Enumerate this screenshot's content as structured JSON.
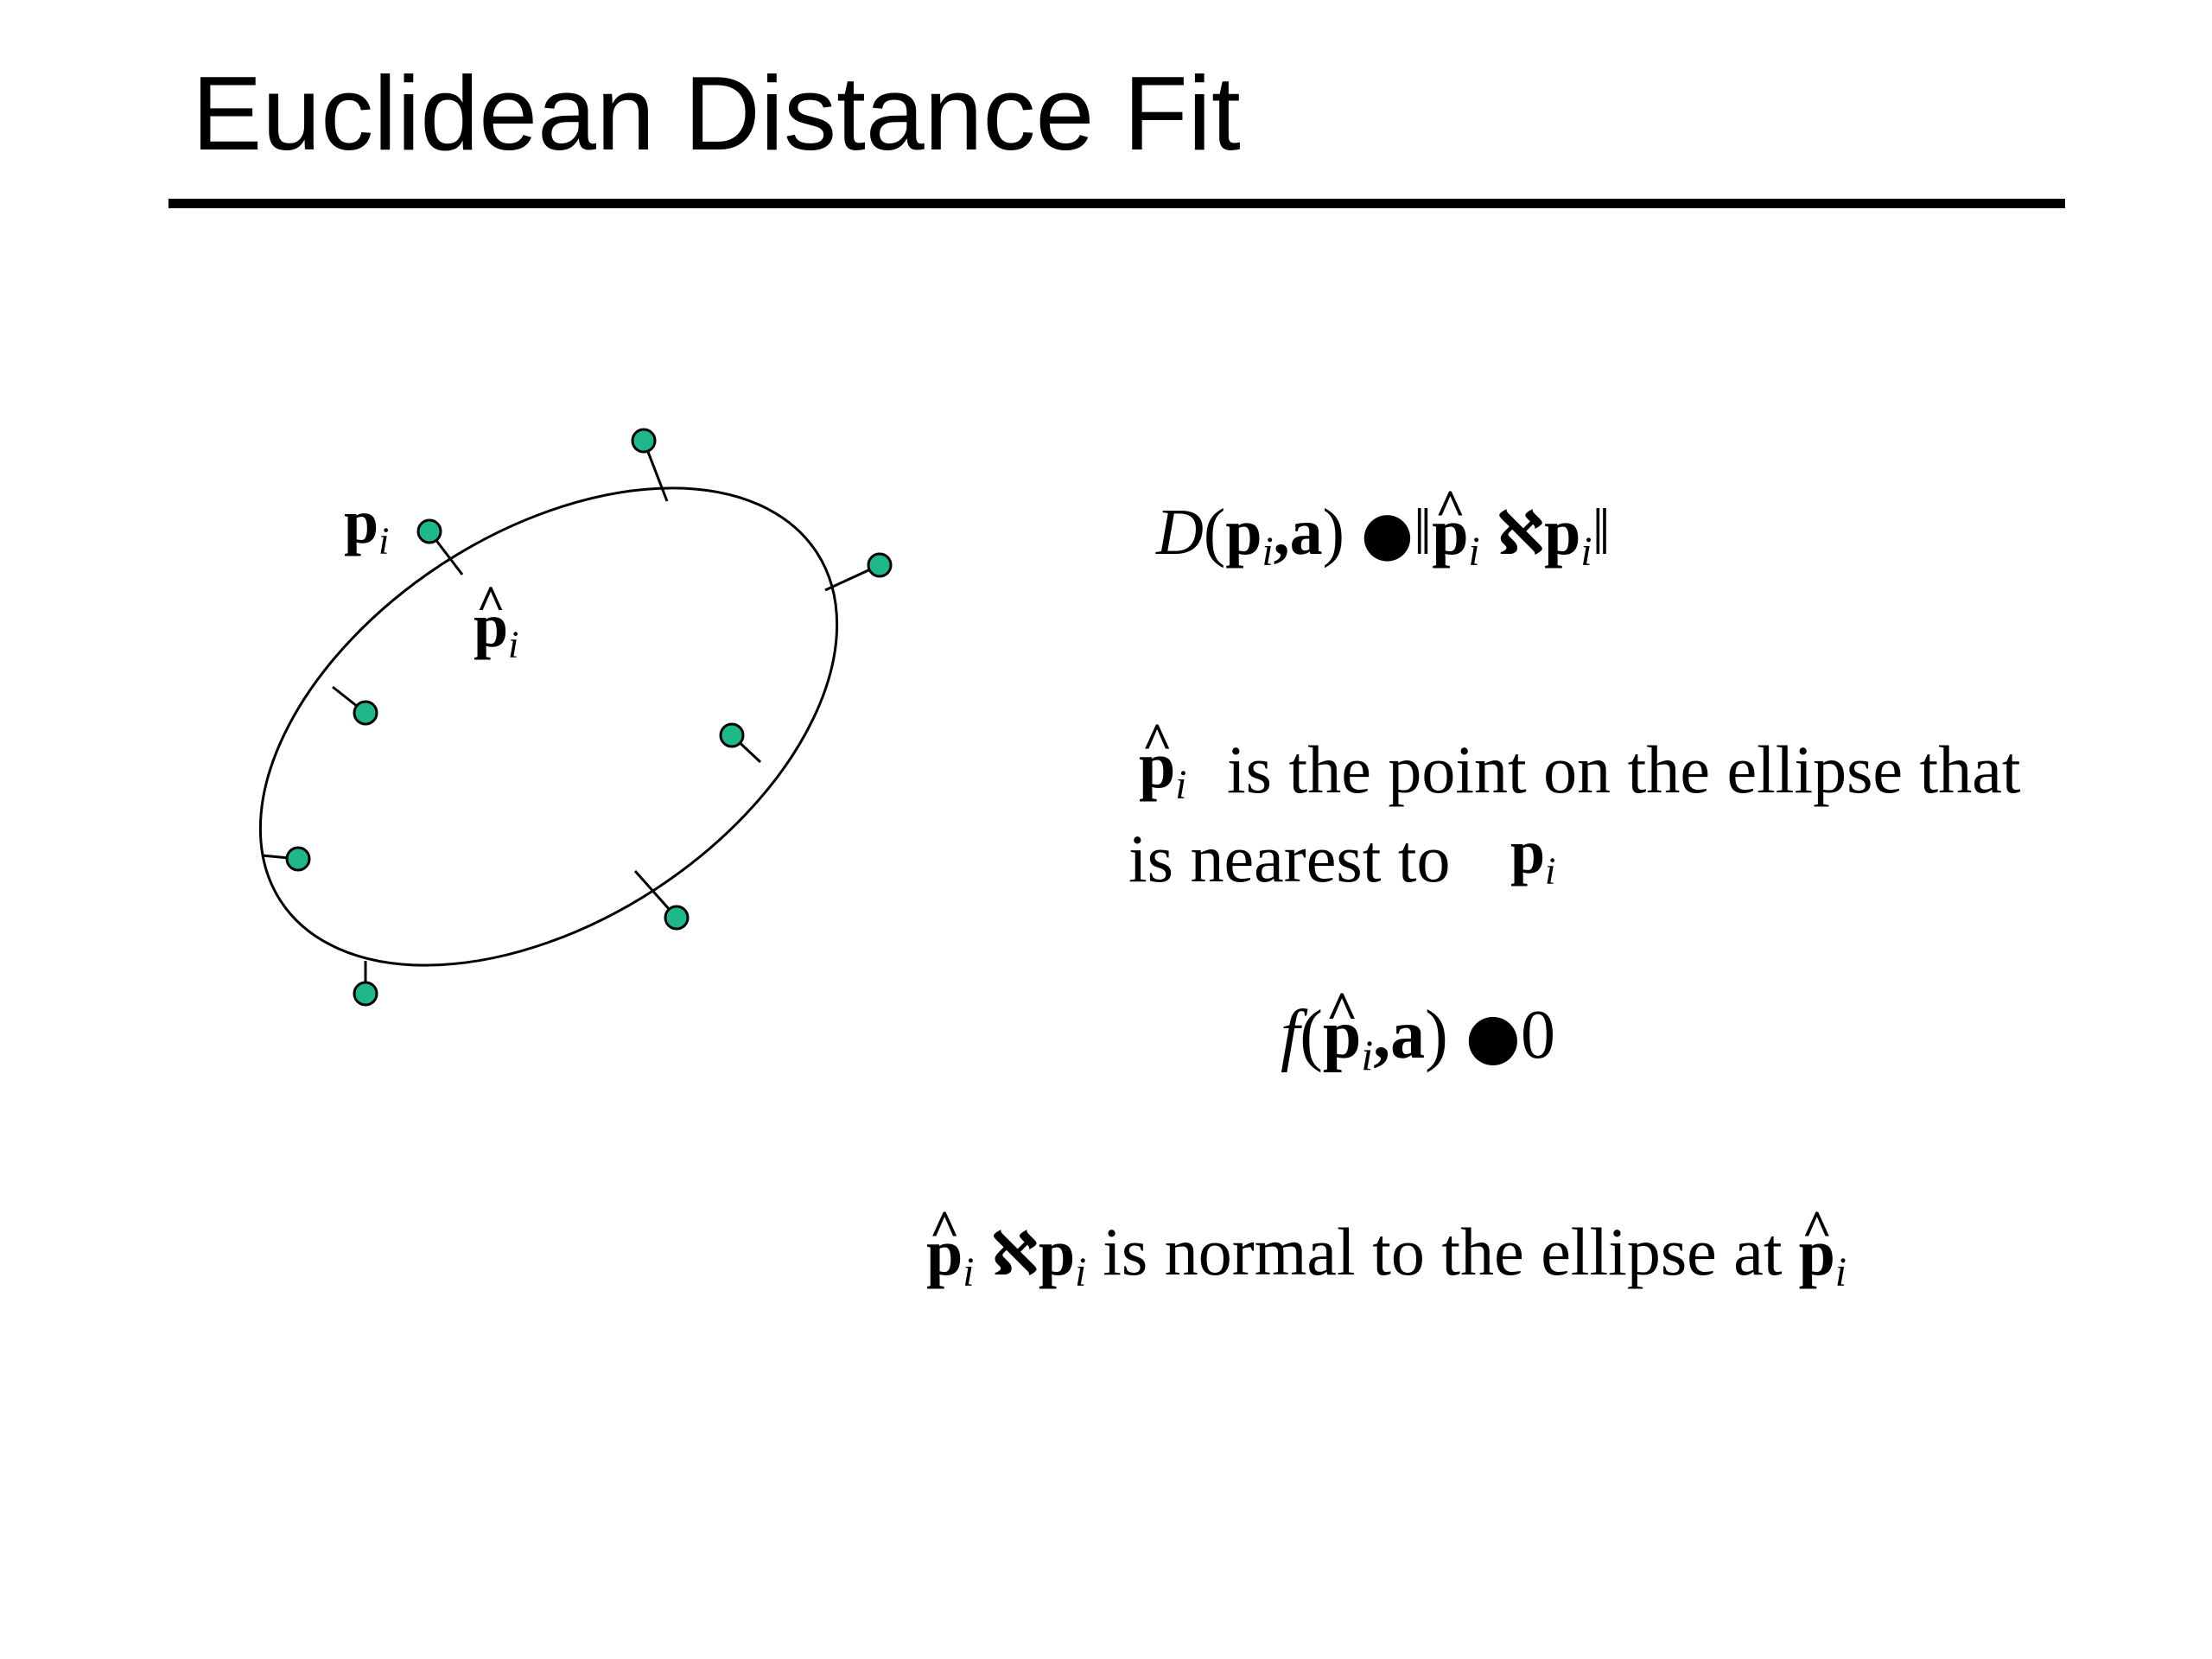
{
  "slide": {
    "title": "Euclidean Distance Fit"
  },
  "diagram": {
    "label_p": "p",
    "label_phat": "p",
    "label_sub": "i",
    "point_color": "#1fb88a",
    "points": 8
  },
  "equation_distance": {
    "D": "D",
    "open": "(",
    "p": "p",
    "sub": "i",
    "comma_a": ",a",
    "close": ")",
    "equals": "●",
    "norm_open": "‖",
    "phat": "p",
    "minus": "ℵ",
    "p2": "p",
    "norm_close": "‖"
  },
  "statement_nearest": {
    "phat": "p",
    "sub": "i",
    "line1": "is the point on the ellipse that",
    "line2": "is nearest to",
    "p": "p"
  },
  "equation_constraint": {
    "f": "f",
    "open": "(",
    "phat": "p",
    "sub": "i",
    "comma_a": ",a",
    "close": ")",
    "equals": "●",
    "zero": "0"
  },
  "statement_normal": {
    "phat": "p",
    "sub": "i",
    "minus": "ℵ",
    "p": "p",
    "text": "is normal to the ellipse at",
    "phat2": "p"
  }
}
